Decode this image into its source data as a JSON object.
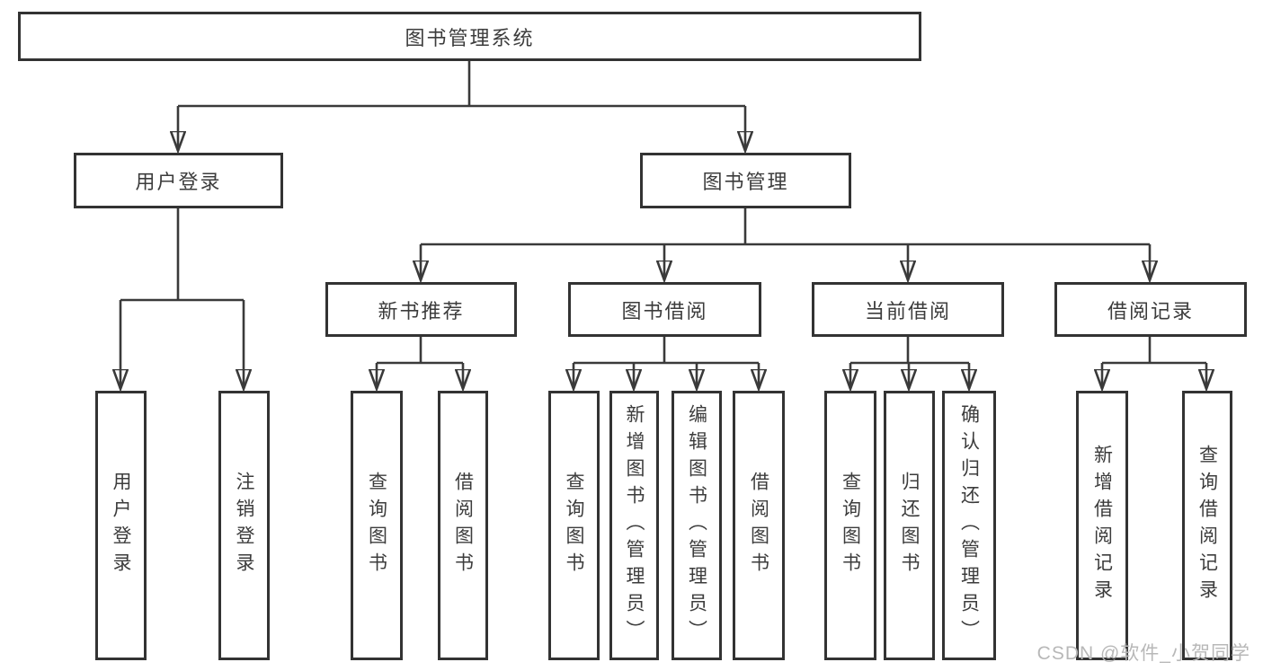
{
  "diagram": {
    "root": {
      "label": "图书管理系统"
    },
    "level2": [
      {
        "label": "用户登录"
      },
      {
        "label": "图书管理"
      }
    ],
    "level3": [
      {
        "label": "新书推荐"
      },
      {
        "label": "图书借阅"
      },
      {
        "label": "当前借阅"
      },
      {
        "label": "借阅记录"
      }
    ],
    "leaves": {
      "login": [
        {
          "label": "用户登录"
        },
        {
          "label": "注销登录"
        }
      ],
      "newbook": [
        {
          "label": "查询图书"
        },
        {
          "label": "借阅图书"
        }
      ],
      "borrow": [
        {
          "label": "查询图书"
        },
        {
          "label": "新增图书（管理员）"
        },
        {
          "label": "编辑图书（管理员）"
        },
        {
          "label": "借阅图书"
        }
      ],
      "current": [
        {
          "label": "查询图书"
        },
        {
          "label": "归还图书"
        },
        {
          "label": "确认归还（管理员）"
        }
      ],
      "records": [
        {
          "label": "新增借阅记录"
        },
        {
          "label": "查询借阅记录"
        }
      ]
    },
    "watermark": "CSDN @软件_小贺同学",
    "colors": {
      "line": "#3a3a3a",
      "border": "#333333",
      "text": "#3c3c3c",
      "watermark": "#b8b8b8",
      "background": "#ffffff"
    }
  }
}
